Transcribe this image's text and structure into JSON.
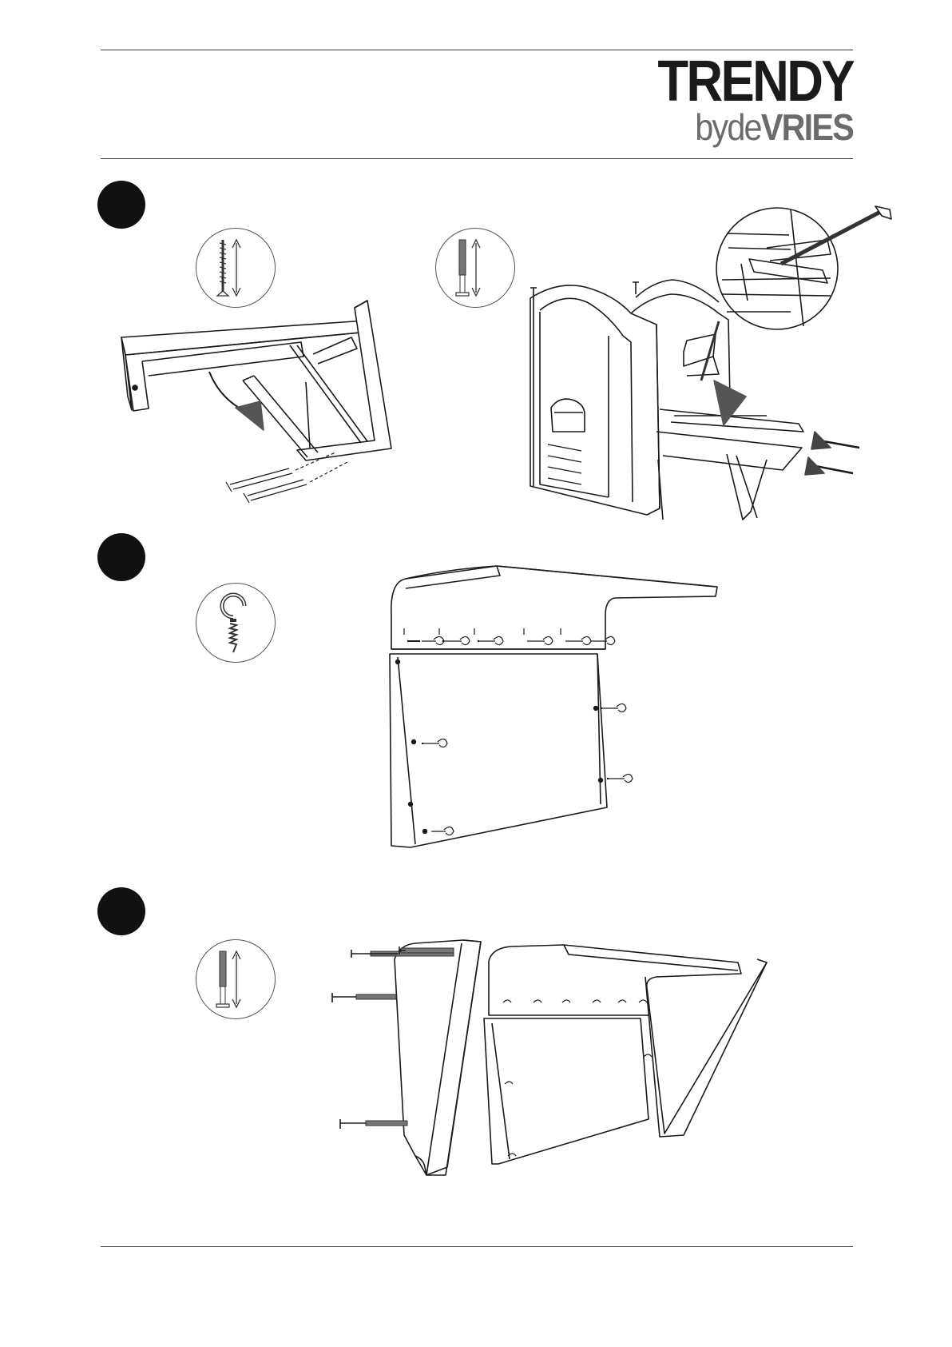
{
  "header": {
    "brand_line1": "TRENDY",
    "brand_line2_light": "byde",
    "brand_line2_bold": "VRIES"
  },
  "steps": [
    {
      "icons": [
        "long-screw-icon",
        "bolt-icon"
      ],
      "figures": [
        "bench-frame-illustration",
        "playhouse-assembly-illustration",
        "detail-zoom-illustration"
      ]
    },
    {
      "icons": [
        "screw-hook-icon"
      ],
      "figures": [
        "roof-panel-hooks-illustration"
      ]
    },
    {
      "icons": [
        "bolt-icon"
      ],
      "figures": [
        "side-panel-bolting-illustration"
      ]
    }
  ],
  "colors": {
    "ink": "#1a1a1a",
    "logo_grey": "#6b6b6b",
    "step_dot": "#111111",
    "arrow_fill": "#555555"
  }
}
